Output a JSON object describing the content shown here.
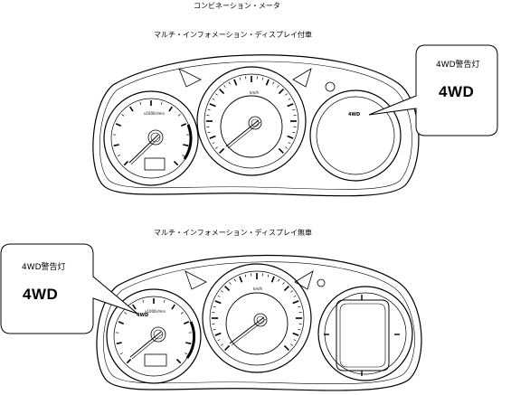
{
  "captions": {
    "top": "コンビネーション・メータ",
    "with_display": "マルチ・インフォメーション・ディスプレイ付車",
    "without_display": "マルチ・インフォメーション・ディスプレイ無車"
  },
  "callout_upper": {
    "title": "4WD警告灯",
    "big": "4WD"
  },
  "callout_lower": {
    "title": "4WD警告灯",
    "big": "4WD"
  },
  "gauge_labels": {
    "tach_upper": "x1000r/min",
    "speed_upper": "km/h",
    "indicator_upper": "4WD",
    "tach_lower": "x1000r/min",
    "speed_lower": "km/h",
    "indicator_lower": "4WD"
  }
}
